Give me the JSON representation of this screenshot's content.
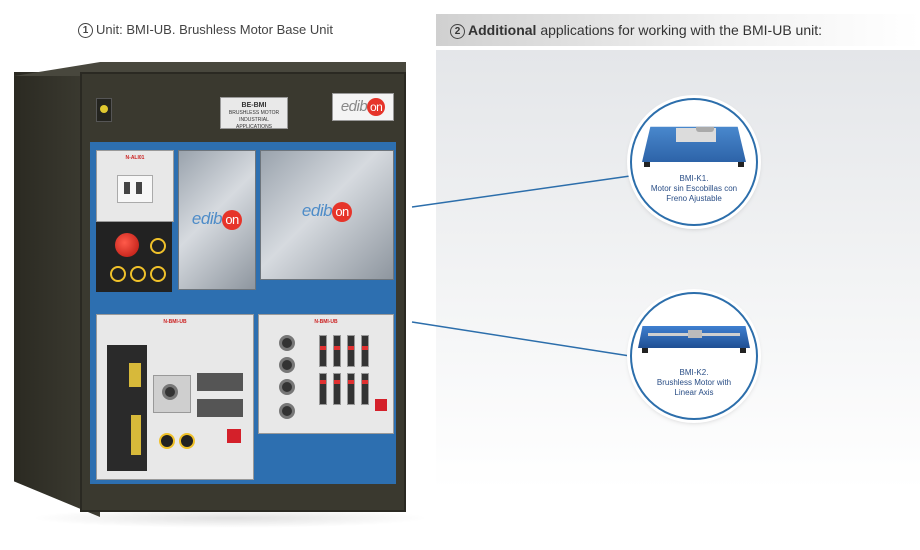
{
  "left_heading": {
    "number": "1",
    "text": "Unit: BMI-UB. Brushless Motor Base Unit"
  },
  "right_heading": {
    "number": "2",
    "bold": "Additional",
    "rest": " applications for working with the BMI-UB unit:"
  },
  "cabinet": {
    "plate_title": "BE-BMI",
    "plate_lines": [
      "BRUSHLESS MOTOR",
      "INDUSTRIAL",
      "APPLICATIONS"
    ],
    "brand_prefix": "edib",
    "brand_suffix": "on",
    "power_module_title": "N-ALI01",
    "module_left_title": "N-BMI-UB",
    "module_right_title": "N-BMI-UB"
  },
  "applications": [
    {
      "code": "BMI-K1.",
      "lines": [
        "Motor sin Escobillas con",
        "Freno Ajustable"
      ]
    },
    {
      "code": "BMI-K2.",
      "lines": [
        "Brushless Motor with",
        "Linear Axis"
      ]
    }
  ],
  "colors": {
    "accent_blue": "#2c6eab",
    "panel_blue": "#2d6fb0",
    "brand_red": "#e6342a",
    "cabinet": "#3a392f"
  }
}
